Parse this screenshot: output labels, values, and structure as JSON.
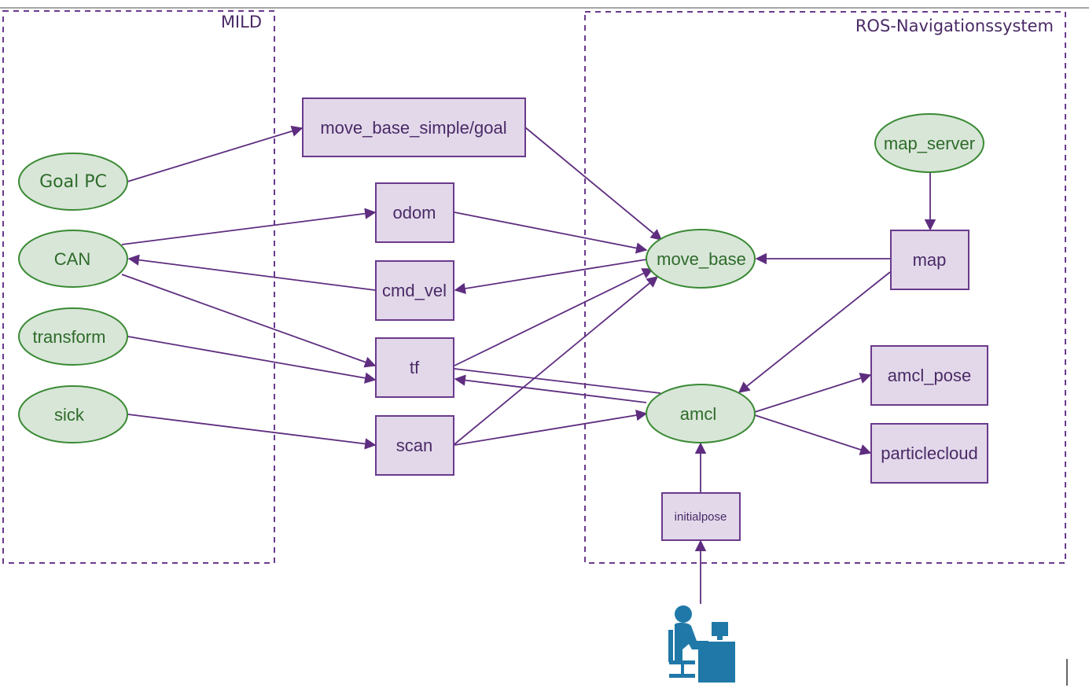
{
  "groups": {
    "mild": {
      "label": "MILD"
    },
    "ros": {
      "label": "ROS-Navigationssystem"
    }
  },
  "nodes": {
    "goal_pc": "Goal PC",
    "can": "CAN",
    "transform": "transform",
    "sick": "sick",
    "move_base": "move_base",
    "amcl": "amcl",
    "map_server": "map_server"
  },
  "topics": {
    "move_base_simple_goal": "move_base_simple/goal",
    "odom": "odom",
    "cmd_vel": "cmd_vel",
    "tf": "tf",
    "scan": "scan",
    "map": "map",
    "amcl_pose": "amcl_pose",
    "particlecloud": "particlecloud",
    "initialpose": "initialpose"
  },
  "icons": {
    "operator": "person-at-computer-icon"
  },
  "colors": {
    "node_fill": "#d8e6d8",
    "node_stroke": "#3a8a34",
    "node_text": "#2e6b2a",
    "topic_fill": "#e2d8ea",
    "topic_stroke": "#6a3a8c",
    "topic_text": "#4a2a66",
    "edge": "#5e2d80",
    "group_border": "#6a3a8c",
    "icon": "#1f78a8"
  }
}
